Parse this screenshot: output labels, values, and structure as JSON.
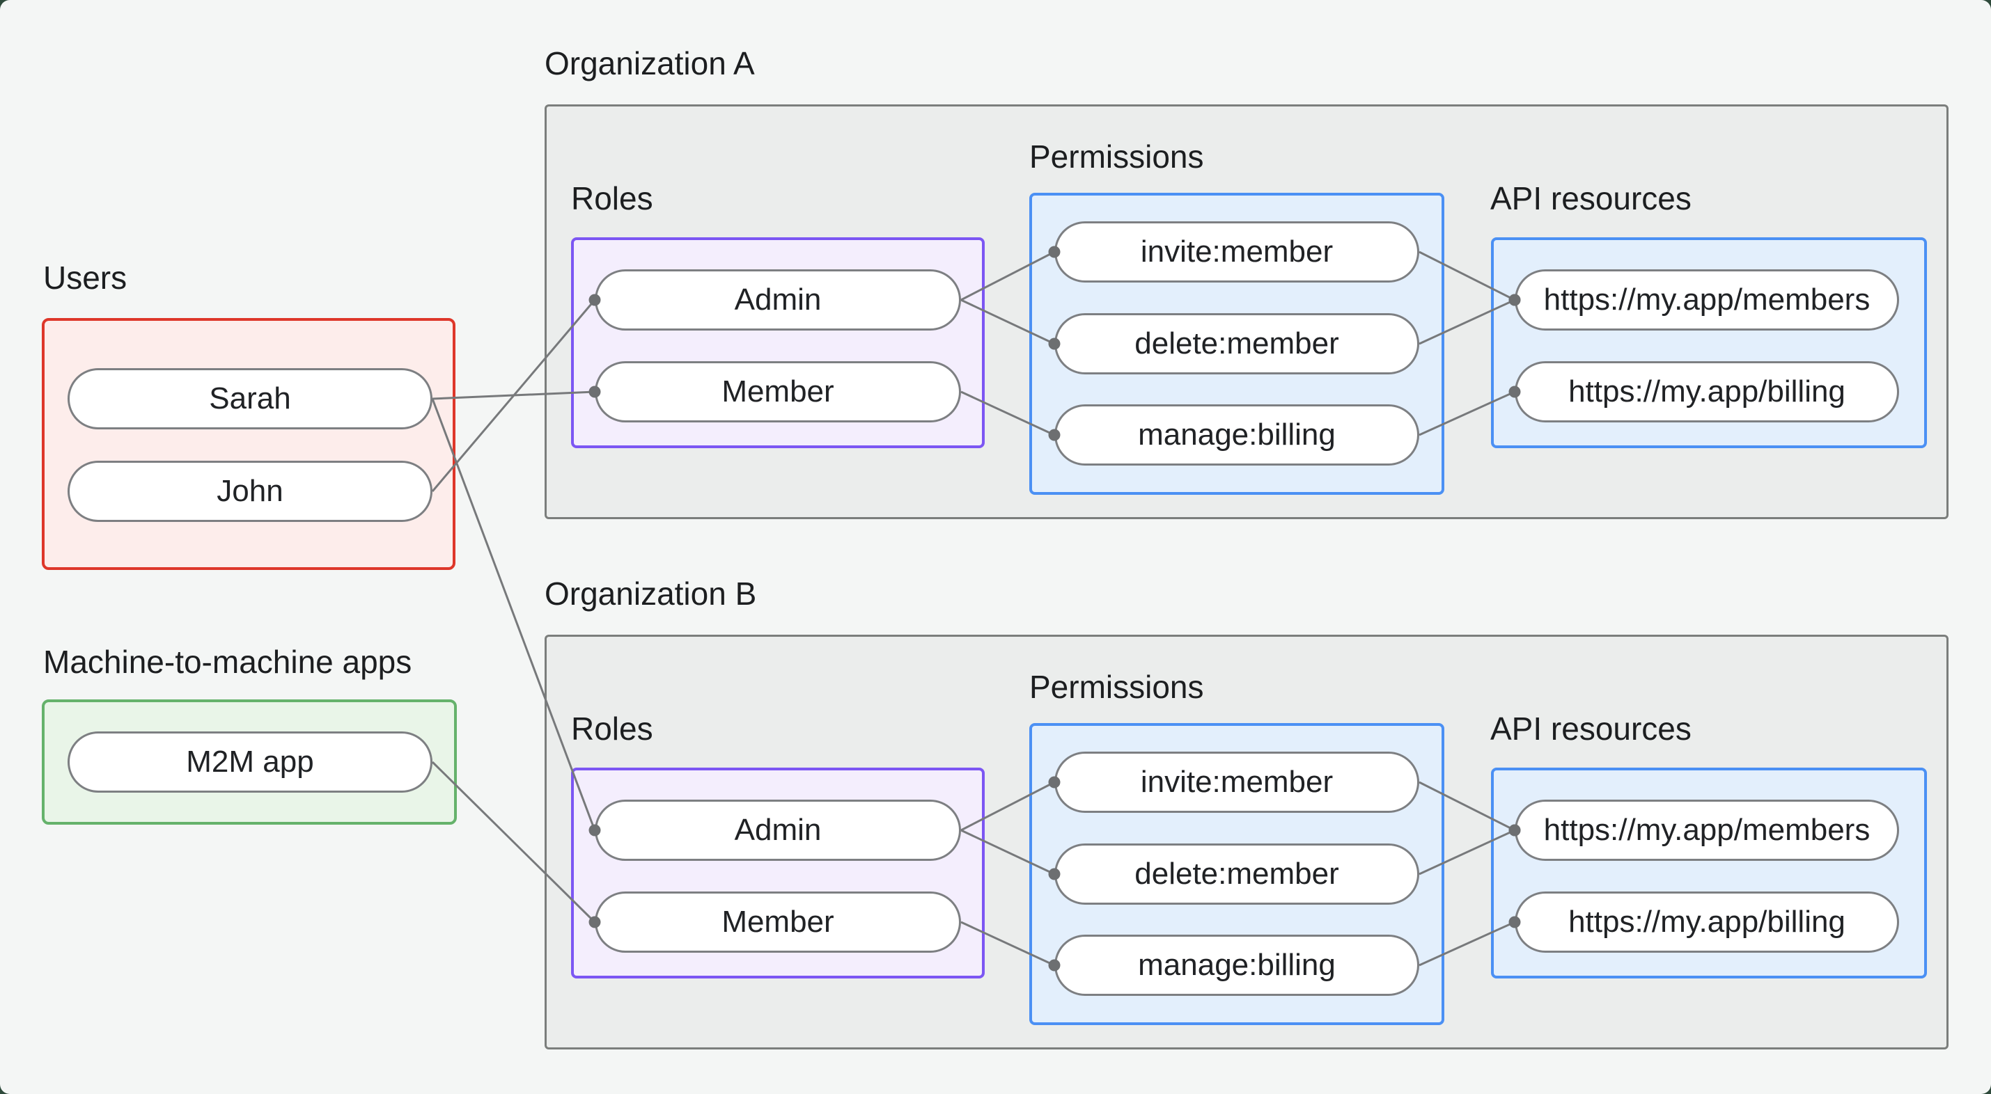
{
  "window": {
    "background_color": "#f4f6f5",
    "desktop_color": "#2e4a3b"
  },
  "colors": {
    "users_zone_border": "#de372a",
    "m2m_zone_border": "#65b26b",
    "roles_zone_border": "#7c56f3",
    "permissions_zone_border": "#4b90f4",
    "api_resources_zone_border": "#4b90f4",
    "org_zone_border": "#7b7e7c",
    "pill_border": "#7d7f82",
    "connector_line": "#77797b",
    "connector_dot": "#6d6f71"
  },
  "sections": {
    "users": {
      "label": "Users",
      "items": [
        {
          "id": "sarah",
          "label": "Sarah"
        },
        {
          "id": "john",
          "label": "John"
        }
      ]
    },
    "m2m": {
      "label": "Machine-to-machine apps",
      "items": [
        {
          "id": "m2m-app",
          "label": "M2M app"
        }
      ]
    }
  },
  "organizations": [
    {
      "id": "org-a",
      "label": "Organization A",
      "roles": {
        "label": "Roles",
        "items": [
          {
            "id": "admin-a",
            "label": "Admin"
          },
          {
            "id": "member-a",
            "label": "Member"
          }
        ]
      },
      "permissions": {
        "label": "Permissions",
        "items": [
          {
            "id": "invite-a",
            "label": "invite:member"
          },
          {
            "id": "delete-a",
            "label": "delete:member"
          },
          {
            "id": "manage-a",
            "label": "manage:billing"
          }
        ]
      },
      "api_resources": {
        "label": "API resources",
        "items": [
          {
            "id": "members-a",
            "label": "https://my.app/members"
          },
          {
            "id": "billing-a",
            "label": "https://my.app/billing"
          }
        ]
      }
    },
    {
      "id": "org-b",
      "label": "Organization B",
      "roles": {
        "label": "Roles",
        "items": [
          {
            "id": "admin-b",
            "label": "Admin"
          },
          {
            "id": "member-b",
            "label": "Member"
          }
        ]
      },
      "permissions": {
        "label": "Permissions",
        "items": [
          {
            "id": "invite-b",
            "label": "invite:member"
          },
          {
            "id": "delete-b",
            "label": "delete:member"
          },
          {
            "id": "manage-b",
            "label": "manage:billing"
          }
        ]
      },
      "api_resources": {
        "label": "API resources",
        "items": [
          {
            "id": "members-b",
            "label": "https://my.app/members"
          },
          {
            "id": "billing-b",
            "label": "https://my.app/billing"
          }
        ]
      }
    }
  ],
  "edges": [
    {
      "from": "john",
      "to": "admin-a"
    },
    {
      "from": "sarah",
      "to": "member-a"
    },
    {
      "from": "sarah",
      "to": "admin-b"
    },
    {
      "from": "m2m-app",
      "to": "member-b"
    },
    {
      "from": "admin-a",
      "to": "invite-a"
    },
    {
      "from": "admin-a",
      "to": "delete-a"
    },
    {
      "from": "member-a",
      "to": "manage-a"
    },
    {
      "from": "invite-a",
      "to": "members-a"
    },
    {
      "from": "delete-a",
      "to": "members-a"
    },
    {
      "from": "manage-a",
      "to": "billing-a"
    },
    {
      "from": "admin-b",
      "to": "invite-b"
    },
    {
      "from": "admin-b",
      "to": "delete-b"
    },
    {
      "from": "member-b",
      "to": "manage-b"
    },
    {
      "from": "invite-b",
      "to": "members-b"
    },
    {
      "from": "delete-b",
      "to": "members-b"
    },
    {
      "from": "manage-b",
      "to": "billing-b"
    }
  ]
}
